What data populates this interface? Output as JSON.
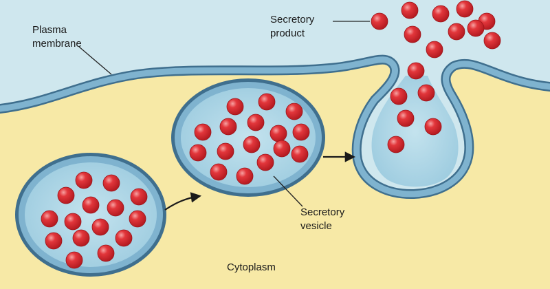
{
  "diagram": {
    "labels": {
      "plasma_membrane_line1": "Plasma",
      "plasma_membrane_line2": "membrane",
      "secretory_product_line1": "Secretory",
      "secretory_product_line2": "product",
      "secretory_vesicle_line1": "Secretory",
      "secretory_vesicle_line2": "vesicle",
      "cytoplasm": "Cytoplasm"
    },
    "colors": {
      "extracellular": "#cfe7ee",
      "cytoplasm": "#f7e9a6",
      "membrane_fill": "#7fb3cf",
      "membrane_edge": "#3f6f8e",
      "vesicle_lumen": "#a9d3e4",
      "granule": "#d9272e",
      "granule_highlight": "#f7a3a3"
    }
  }
}
